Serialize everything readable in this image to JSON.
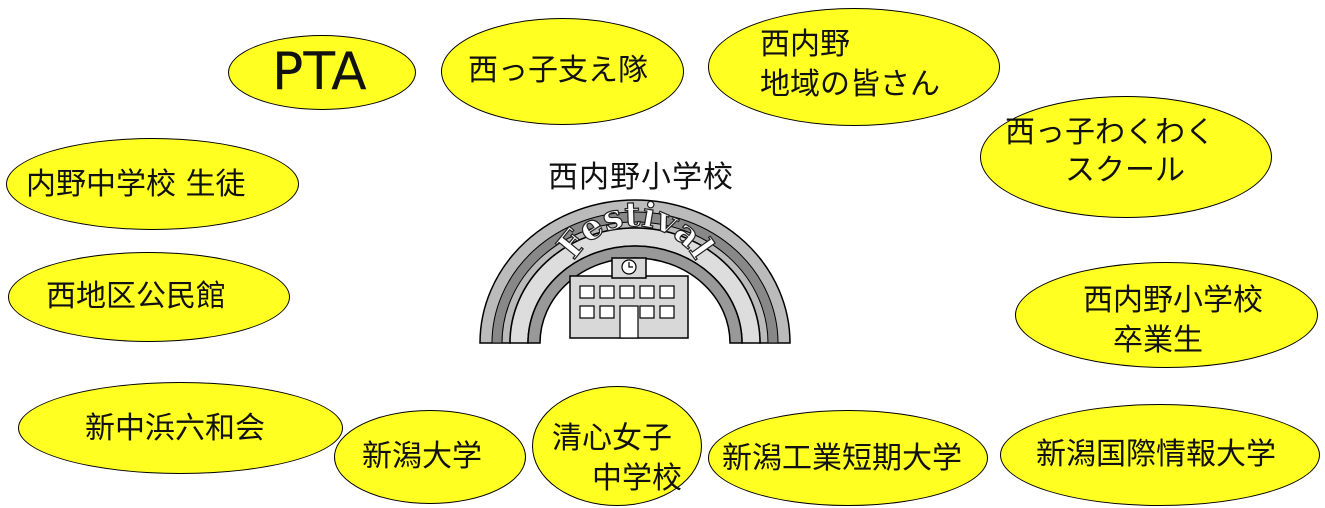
{
  "center": {
    "title": "西内野小学校",
    "logo_text": "Festival"
  },
  "partners": {
    "pta": "PTA",
    "nishikko_sasaetai": "西っ子支え隊",
    "chiiki_line1": "西内野",
    "chiiki_line2": "地域の皆さん",
    "wakuwaku_line1": "西っ子わくわく",
    "wakuwaku_line2": "スクール",
    "uchino_jhs": "内野中学校  生徒",
    "nishi_kouminkan": "西地区公民館",
    "alumni_line1": "西内野小学校",
    "alumni_line2": "卒業生",
    "shinnaka": "新中浜六和会",
    "niigata_univ": "新潟大学",
    "seishin_line1": "清心女子",
    "seishin_line2": "中学校",
    "kogyo_tanki": "新潟工業短期大学",
    "kokusai_joho": "新潟国際情報大学"
  },
  "colors": {
    "bubble_fill": "#ffff22",
    "outline": "#000000"
  }
}
